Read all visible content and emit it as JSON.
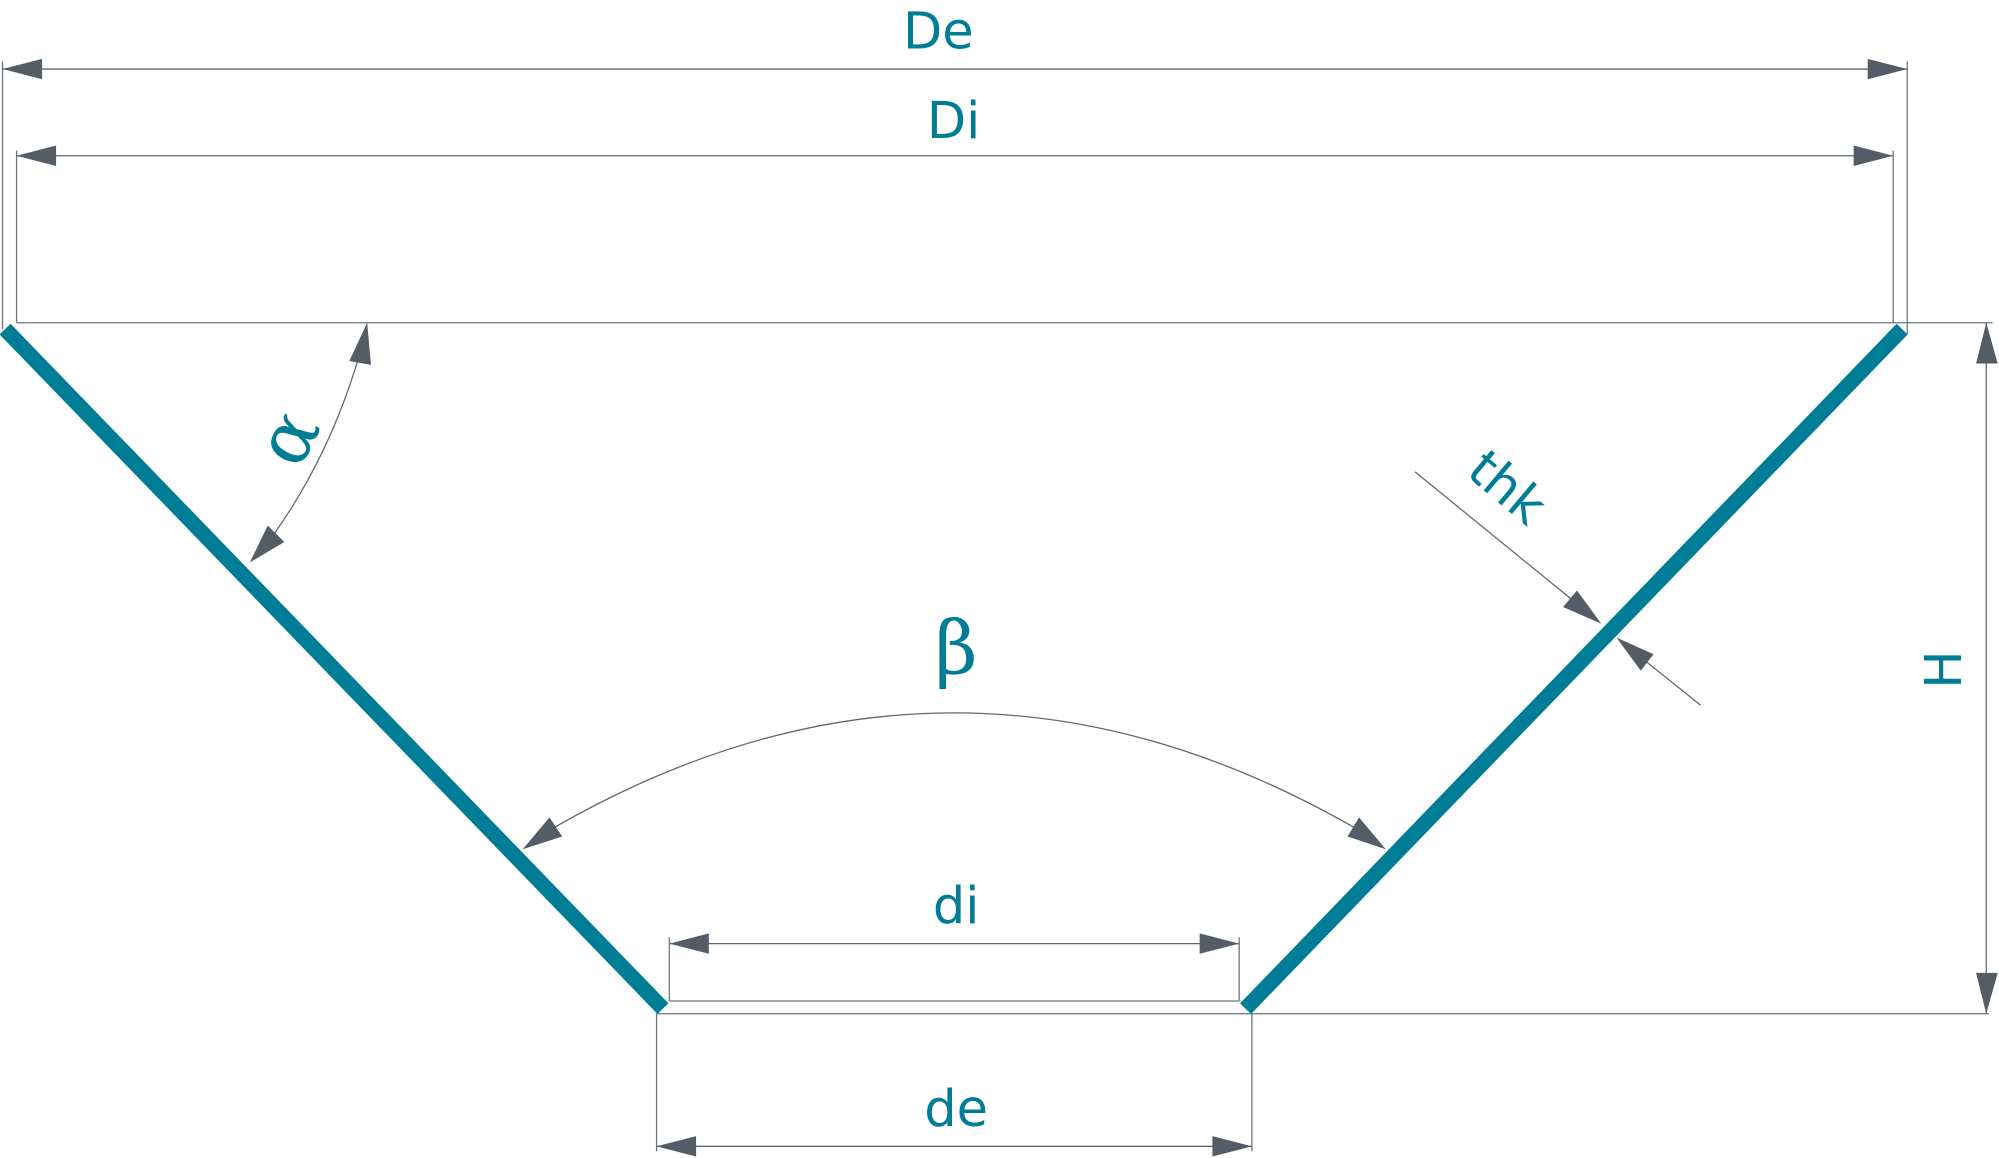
{
  "diagram": {
    "title": "Conical section dimensions",
    "labels": {
      "outer_top_diameter": "De",
      "inner_top_diameter": "Di",
      "inner_bottom_diameter": "di",
      "outer_bottom_diameter": "de",
      "height": "H",
      "thickness": "thk",
      "wall_angle": "α",
      "cone_angle": "β"
    },
    "colors": {
      "wall": "#007d96",
      "label": "#007d96",
      "dimension_line": "#5f6770",
      "arrowhead": "#535d68"
    }
  }
}
